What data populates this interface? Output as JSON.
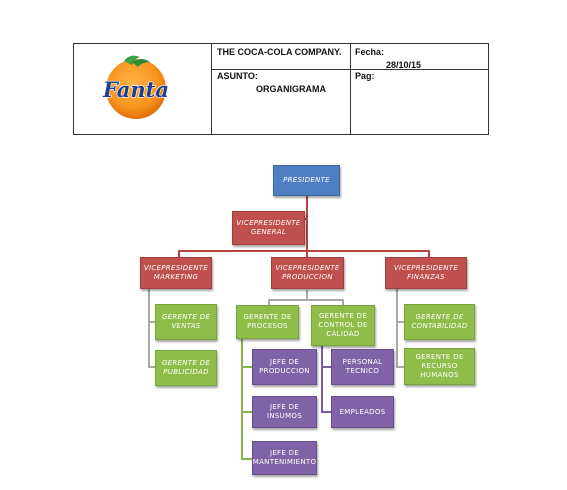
{
  "header": {
    "company": "THE COCA-COLA COMPANY.",
    "fecha_label": "Fecha:",
    "fecha_value": "28/10/15",
    "asunto_label": "ASUNTO:",
    "asunto_value": "ORGANIGRAMA",
    "pag_label": "Pag:",
    "logo_text": "Fanta"
  },
  "org": {
    "presidente": "PRESIDENTE",
    "vp_general": "VICEPRESIDENTE GENERAL",
    "vp_marketing": "VICEPRESIDENTE MARKETING",
    "vp_produccion": "VICEPRESIDENTE PRODUCCION",
    "vp_finanzas": "VICEPRESIDENTE FINANZAS",
    "gerente_ventas": "GERENTE DE VENTAS",
    "gerente_publicidad": "GERENTE DE PUBLICIDAD",
    "gerente_procesos": "GERENTE DE PROCESOS",
    "gerente_control_calidad": "GERENTE DE CONTROL DE CALIDAD",
    "gerente_contabilidad": "GERENTE DE CONTABILIDAD",
    "gerente_recurso_humanos": "GERENTE DE RECURSO HUMANOS",
    "jefe_produccion": "JEFE DE PRODUCCION",
    "jefe_insumos": "JEFE DE INSUMOS",
    "jefe_mantenimiento": "JEFE DE MANTENIMIENTO",
    "personal_tecnico": "PERSONAL TECNICO",
    "empleados": "EMPLEADOS"
  },
  "colors": {
    "blue": "#4f7fc2",
    "red": "#c0504d",
    "green": "#8fbd4a",
    "purple": "#8063a7",
    "fanta_orange": "#f7941d",
    "fanta_blue": "#1e3f8f"
  }
}
